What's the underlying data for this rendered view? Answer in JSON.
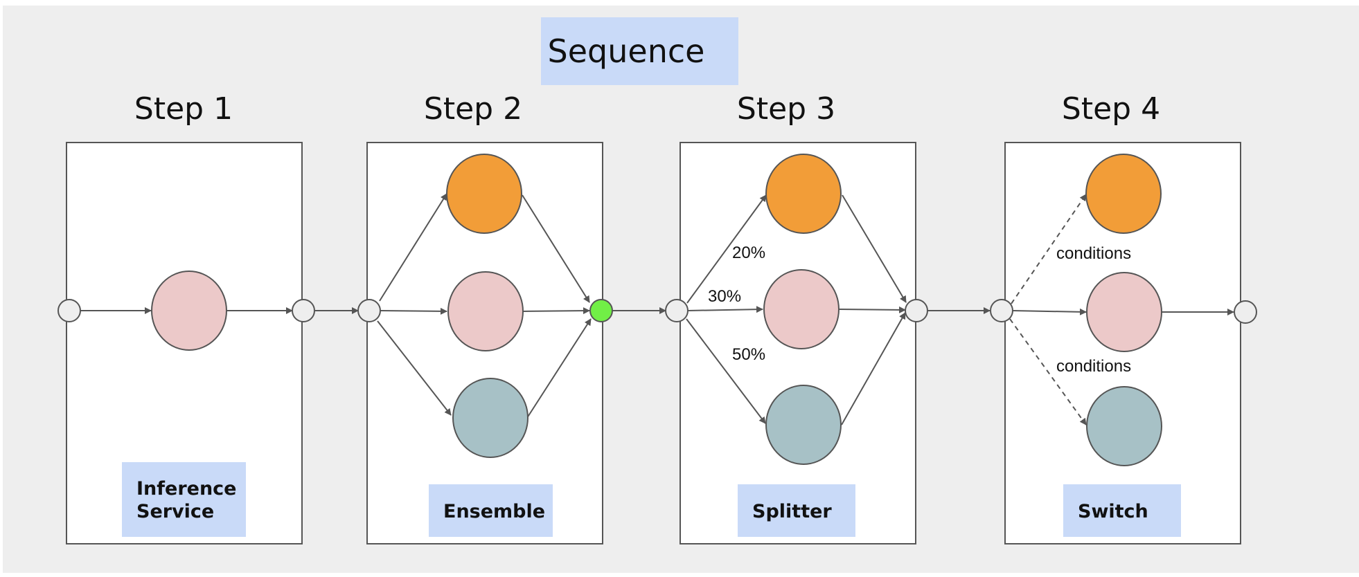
{
  "colors": {
    "background": "#eeeeee",
    "panel": "#ffffff",
    "panel_border": "#555555",
    "tag_bg": "#c9daf8",
    "node_orange": "#f29d38",
    "node_pink": "#ecc9c9",
    "node_teal": "#a7c1c6",
    "node_connector": "#eeeeee",
    "node_merge_green": "#71ef46",
    "edge": "#555555"
  },
  "diagram": {
    "title": "Sequence",
    "steps": [
      {
        "title": "Step 1",
        "tag_lines": [
          "Inference",
          "Service"
        ]
      },
      {
        "title": "Step 2",
        "tag_lines": [
          "Ensemble"
        ]
      },
      {
        "title": "Step 3",
        "tag_lines": [
          "Splitter"
        ],
        "edge_labels": [
          "20%",
          "30%",
          "50%"
        ]
      },
      {
        "title": "Step 4",
        "tag_lines": [
          "Switch"
        ],
        "edge_labels": [
          "conditions",
          "conditions"
        ]
      }
    ]
  }
}
